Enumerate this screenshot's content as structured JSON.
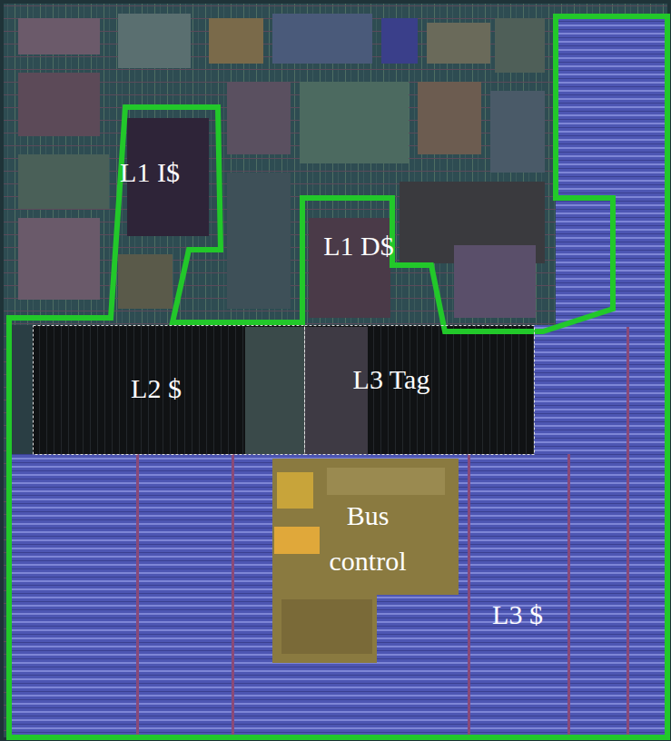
{
  "diagram": {
    "nodes": [
      {
        "text": [
          "L2 $"
        ]
      },
      {
        "text": [
          "L3 Tag"
        ]
      },
      {
        "text": [
          "Bus control"
        ]
      }
    ],
    "labels": [
      "L1 I$",
      "L1 D$",
      "L3 $"
    ]
  }
}
